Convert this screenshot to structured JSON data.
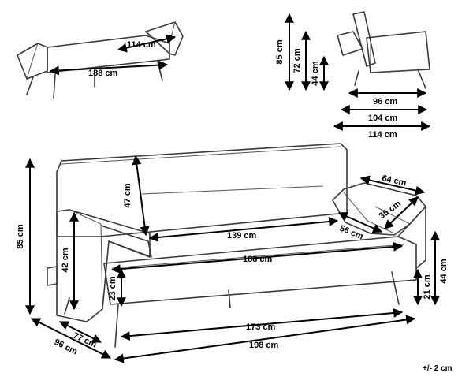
{
  "figure": {
    "tolerance": "+/- 2 cm"
  },
  "bed_view": {
    "length": "188 cm",
    "width": "114 cm"
  },
  "side_view": {
    "height_total": "85 cm",
    "height_back": "72 cm",
    "height_seat": "44 cm",
    "depth_seat": "96 cm",
    "depth_mid": "104 cm",
    "depth_total": "114 cm"
  },
  "front_view": {
    "height_total": "85 cm",
    "back_height": "47 cm",
    "back_width": "139 cm",
    "seat_width": "188 cm",
    "arm_height": "42 cm",
    "seat_thickness": "23 cm",
    "inner_width": "173 cm",
    "total_width": "198 cm",
    "inner_depth": "77 cm",
    "total_depth": "96 cm",
    "cushion_width": "64 cm",
    "cushion_depth": "35 cm",
    "cushion_length": "56 cm",
    "seat_height": "44 cm",
    "leg_height": "21 cm"
  },
  "colors": {
    "outline": "#3a3a3a",
    "dimension": "#000000",
    "background": "#ffffff"
  }
}
